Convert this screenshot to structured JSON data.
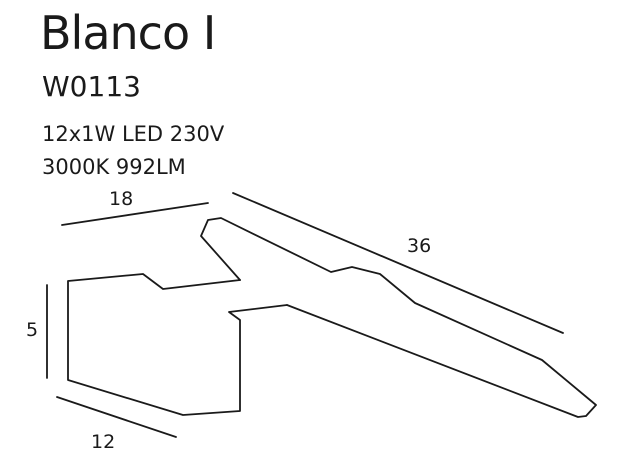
{
  "product": {
    "name": "Blanco I",
    "code": "W0113",
    "spec_line1": "12x1W LED 230V",
    "spec_line2": "3000K 992LM"
  },
  "dimensions": {
    "width": "18",
    "length": "36",
    "height": "5",
    "depth": "12"
  },
  "colors": {
    "line": "#1a1a1a",
    "background": "#ffffff"
  }
}
